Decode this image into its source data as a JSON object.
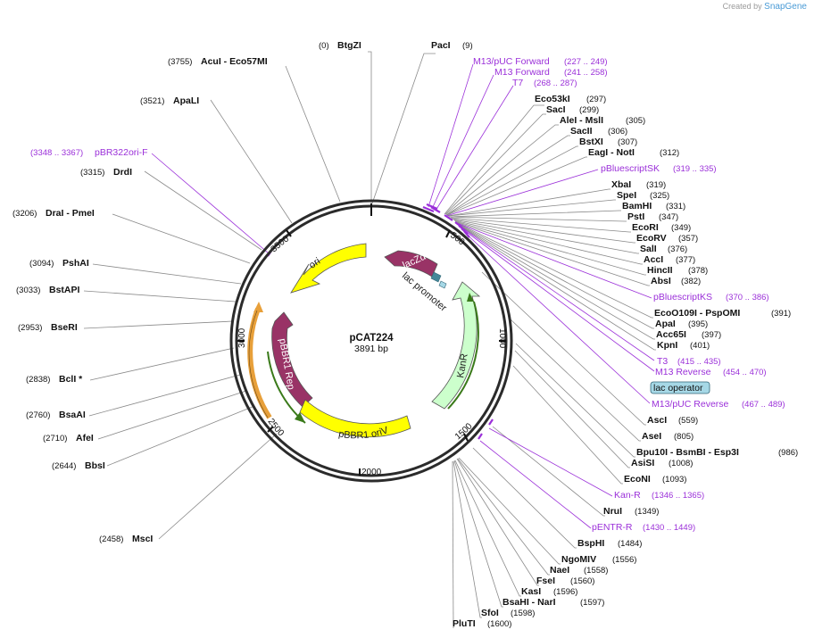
{
  "credit": {
    "prefix": "Created by",
    "brand": "SnapGene"
  },
  "plasmid": {
    "name": "pCAT224",
    "length_label": "3891 bp",
    "length": 3891
  },
  "ticks": [
    "500",
    "1000",
    "1500",
    "2000",
    "2500",
    "3000",
    "3500"
  ],
  "features": [
    {
      "name": "lacZα",
      "type": "cds",
      "color": "#993366"
    },
    {
      "name": "lac promoter",
      "type": "promoter",
      "color": "#448899"
    },
    {
      "name": "ori",
      "type": "origin",
      "color": "#ffff00"
    },
    {
      "name": "pBBR1 Rep",
      "type": "cds",
      "color": "#993366"
    },
    {
      "name": "pBBR1 oriV",
      "type": "origin",
      "color": "#ffff00"
    },
    {
      "name": "KanR",
      "type": "cds",
      "color": "#ccffcc"
    },
    {
      "name": "lac operator",
      "type": "protein_bind",
      "color": "#a6d8e6"
    }
  ],
  "sites_right": [
    {
      "name": "PacI",
      "pos": "(9)"
    },
    {
      "name": "Eco53kI",
      "pos": "(297)"
    },
    {
      "name": "SacI",
      "pos": "(299)"
    },
    {
      "name": "AleI - MslI",
      "pos": "(305)"
    },
    {
      "name": "SacII",
      "pos": "(306)"
    },
    {
      "name": "BstXI",
      "pos": "(307)"
    },
    {
      "name": "EagI - NotI",
      "pos": "(312)"
    },
    {
      "name": "XbaI",
      "pos": "(319)"
    },
    {
      "name": "SpeI",
      "pos": "(325)"
    },
    {
      "name": "BamHI",
      "pos": "(331)"
    },
    {
      "name": "PstI",
      "pos": "(347)"
    },
    {
      "name": "EcoRI",
      "pos": "(349)"
    },
    {
      "name": "EcoRV",
      "pos": "(357)"
    },
    {
      "name": "SalI",
      "pos": "(376)"
    },
    {
      "name": "AccI",
      "pos": "(377)"
    },
    {
      "name": "HincII",
      "pos": "(378)"
    },
    {
      "name": "AbsI",
      "pos": "(382)"
    },
    {
      "name": "EcoO109I - PspOMI",
      "pos": "(391)"
    },
    {
      "name": "ApaI",
      "pos": "(395)"
    },
    {
      "name": "Acc65I",
      "pos": "(397)"
    },
    {
      "name": "KpnI",
      "pos": "(401)"
    },
    {
      "name": "AscI",
      "pos": "(559)"
    },
    {
      "name": "AseI",
      "pos": "(805)"
    },
    {
      "name": "Bpu10I - BsmBI - Esp3I",
      "pos": "(986)"
    },
    {
      "name": "AsiSI",
      "pos": "(1008)"
    },
    {
      "name": "EcoNI",
      "pos": "(1093)"
    },
    {
      "name": "NruI",
      "pos": "(1349)"
    },
    {
      "name": "BspHI",
      "pos": "(1484)"
    },
    {
      "name": "NgoMIV",
      "pos": "(1556)"
    },
    {
      "name": "NaeI",
      "pos": "(1558)"
    },
    {
      "name": "FseI",
      "pos": "(1560)"
    },
    {
      "name": "KasI",
      "pos": "(1596)"
    },
    {
      "name": "BsaHI - NarI",
      "pos": "(1597)"
    },
    {
      "name": "SfoI",
      "pos": "(1598)"
    },
    {
      "name": "PluTI",
      "pos": "(1600)"
    }
  ],
  "sites_left": [
    {
      "name": "BtgZI",
      "pos": "(0)"
    },
    {
      "name": "AcuI - Eco57MI",
      "pos": "(3755)"
    },
    {
      "name": "ApaLI",
      "pos": "(3521)"
    },
    {
      "name": "DrdI",
      "pos": "(3315)"
    },
    {
      "name": "DraI - PmeI",
      "pos": "(3206)"
    },
    {
      "name": "PshAI",
      "pos": "(3094)"
    },
    {
      "name": "BstAPI",
      "pos": "(3033)"
    },
    {
      "name": "BseRI",
      "pos": "(2953)"
    },
    {
      "name": "BclI *",
      "pos": "(2838)"
    },
    {
      "name": "BsaAI",
      "pos": "(2760)"
    },
    {
      "name": "AfeI",
      "pos": "(2710)"
    },
    {
      "name": "BbsI",
      "pos": "(2644)"
    },
    {
      "name": "MscI",
      "pos": "(2458)"
    }
  ],
  "primers": [
    {
      "name": "M13/pUC Forward",
      "range": "(227 .. 249)"
    },
    {
      "name": "M13 Forward",
      "range": "(241 .. 258)"
    },
    {
      "name": "T7",
      "range": "(268 .. 287)"
    },
    {
      "name": "pBluescriptSK",
      "range": "(319 .. 335)"
    },
    {
      "name": "pBluescriptKS",
      "range": "(370 .. 386)"
    },
    {
      "name": "T3",
      "range": "(415 .. 435)"
    },
    {
      "name": "M13 Reverse",
      "range": "(454 .. 470)"
    },
    {
      "name": "M13/pUC Reverse",
      "range": "(467 .. 489)"
    },
    {
      "name": "Kan-R",
      "range": "(1346 .. 1365)"
    },
    {
      "name": "pENTR-R",
      "range": "(1430 .. 1449)"
    },
    {
      "name": "pBR322ori-F",
      "range": "(3348 .. 3367)"
    }
  ]
}
